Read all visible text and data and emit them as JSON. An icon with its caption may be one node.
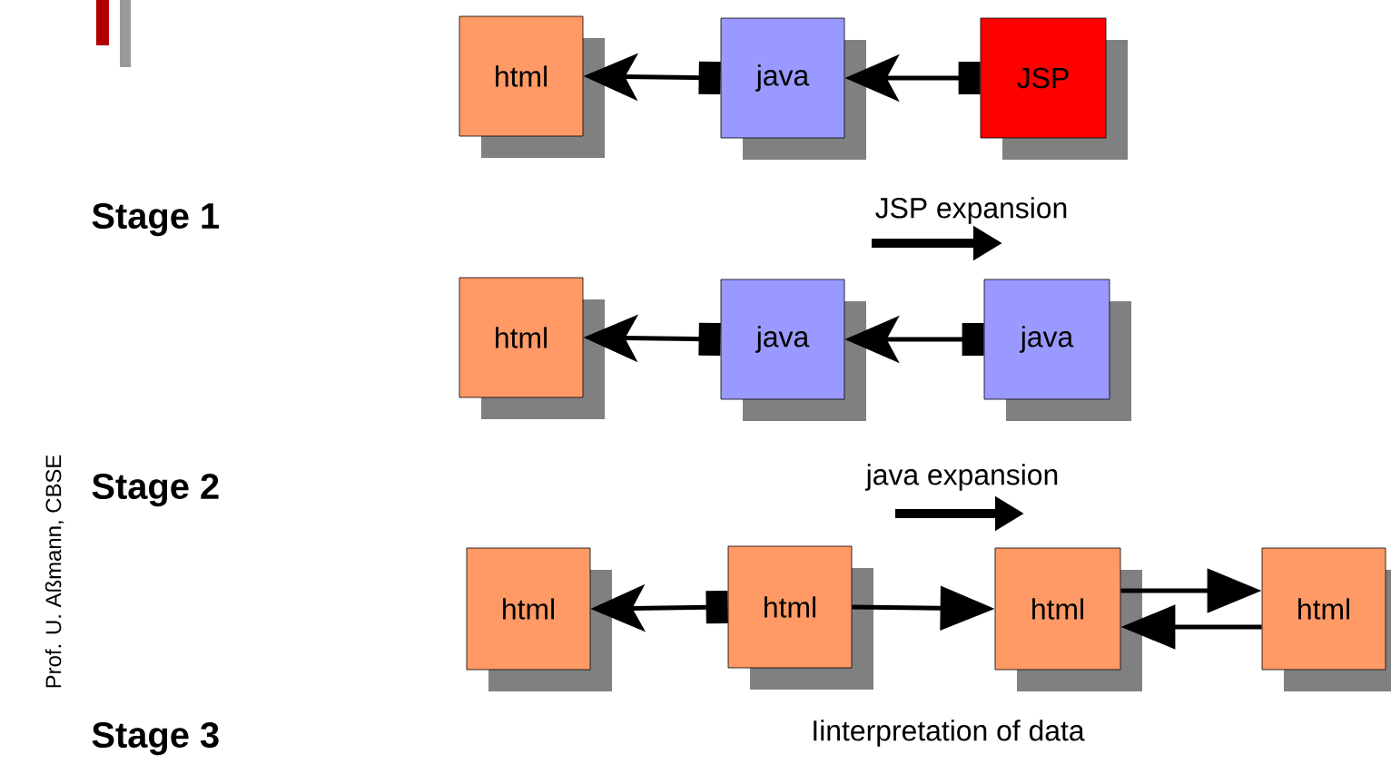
{
  "diagram": {
    "nodes": [
      {
        "text": [
          "html"
        ]
      },
      {
        "text": [
          "java"
        ]
      },
      {
        "text": [
          "JSP"
        ]
      },
      {
        "text": [
          "html"
        ]
      },
      {
        "text": [
          "java"
        ]
      },
      {
        "text": [
          "java"
        ]
      },
      {
        "text": [
          "html"
        ]
      },
      {
        "text": [
          "html"
        ]
      },
      {
        "text": [
          "html"
        ]
      },
      {
        "text": [
          "html"
        ]
      }
    ],
    "edges": [
      {
        "from": 1,
        "to": 0,
        "arrow": "to"
      },
      {
        "from": 2,
        "to": 1,
        "arrow": "to"
      },
      {
        "from": 4,
        "to": 3,
        "arrow": "to"
      },
      {
        "from": 5,
        "to": 4,
        "arrow": "to"
      },
      {
        "from": 7,
        "to": 6,
        "arrow": "to"
      },
      {
        "from": 7,
        "to": 8,
        "arrow": "to"
      },
      {
        "from": 8,
        "to": 9,
        "arrow": "to"
      },
      {
        "from": 9,
        "to": 8,
        "arrow": "to"
      }
    ],
    "labels": [
      "Stage 1",
      "JSP expansion",
      "Stage 2",
      "java expansion",
      "Prof. U. Aßmann, CBSE",
      "Stage 3",
      "Iinterpretation of data"
    ]
  }
}
